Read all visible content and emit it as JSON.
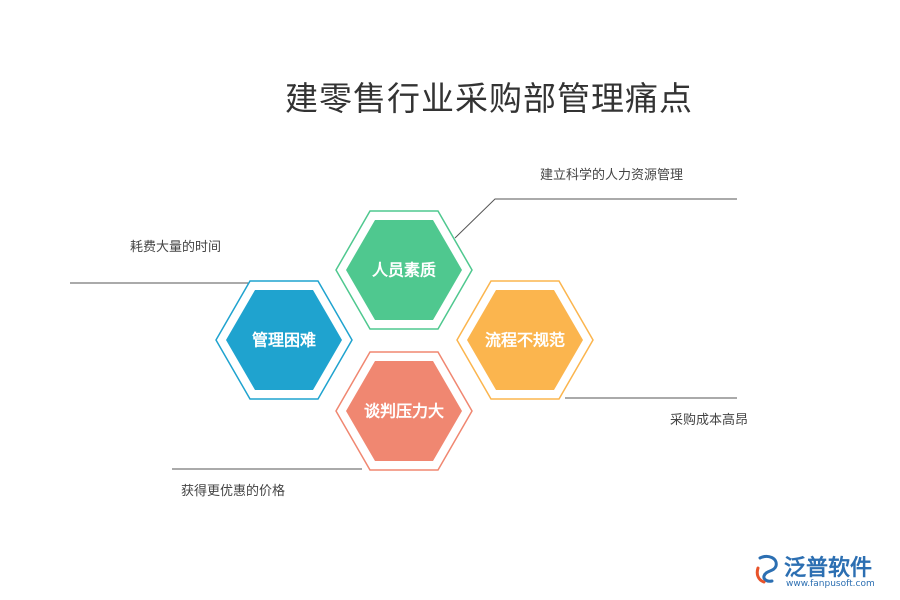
{
  "title": "建零售行业采购部管理痛点",
  "hexagons": [
    {
      "id": "top",
      "label": "人员素质",
      "color": "#4fc88f",
      "ring": "#4fc88f"
    },
    {
      "id": "left",
      "label": "管理困难",
      "color": "#1fa3cf",
      "ring": "#1fa3cf"
    },
    {
      "id": "right",
      "label": "流程不规范",
      "color": "#fbb54e",
      "ring": "#fbb54e"
    },
    {
      "id": "bottom",
      "label": "谈判压力大",
      "color": "#f08771",
      "ring": "#f08771"
    }
  ],
  "notes": {
    "top_right": "建立科学的人力资源管理",
    "left": "耗费大量的时间",
    "right": "采购成本高昂",
    "bottom_left": "获得更优惠的价格"
  },
  "logo": {
    "name": "泛普软件",
    "url": "www.fanpusoft.com",
    "icon": "fanpu-logo-icon"
  }
}
